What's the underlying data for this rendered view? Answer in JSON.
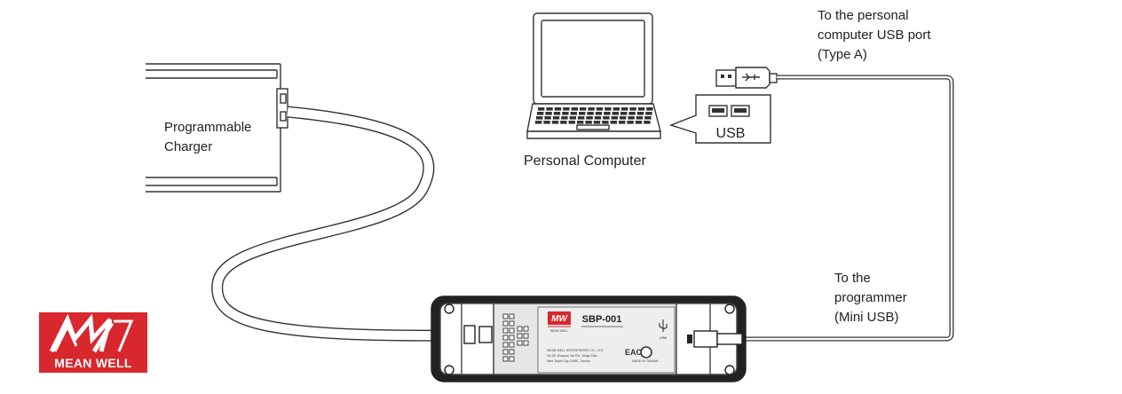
{
  "charger": {
    "label_line1": "Programmable",
    "label_line2": "Charger"
  },
  "computer": {
    "label": "Personal Computer",
    "usb_callout": "USB"
  },
  "pc_cable": {
    "line1": "To the personal",
    "line2": "computer USB port",
    "line3": "(Type A)"
  },
  "programmer_cable": {
    "line1": "To the",
    "line2": "programmer",
    "line3": "(Mini USB)"
  },
  "programmer": {
    "model": "SBP-001",
    "brand_small": "MEAN WELL",
    "address_line1": "MEAN WELL ENTERPRISES CO., LTD.",
    "address_line2": "No.28, Wuquan 3rd Rd., Wugu Dist.,",
    "address_line3": "New Taipei City 24891, Taiwan",
    "made_in": "MADE IN TAIWAN",
    "usb_mark": "USB",
    "eac_mark": "EAC"
  },
  "logo": {
    "text": "MEAN WELL",
    "mark": "MW"
  },
  "colors": {
    "brand_red": "#d8272d",
    "line": "#333333"
  }
}
